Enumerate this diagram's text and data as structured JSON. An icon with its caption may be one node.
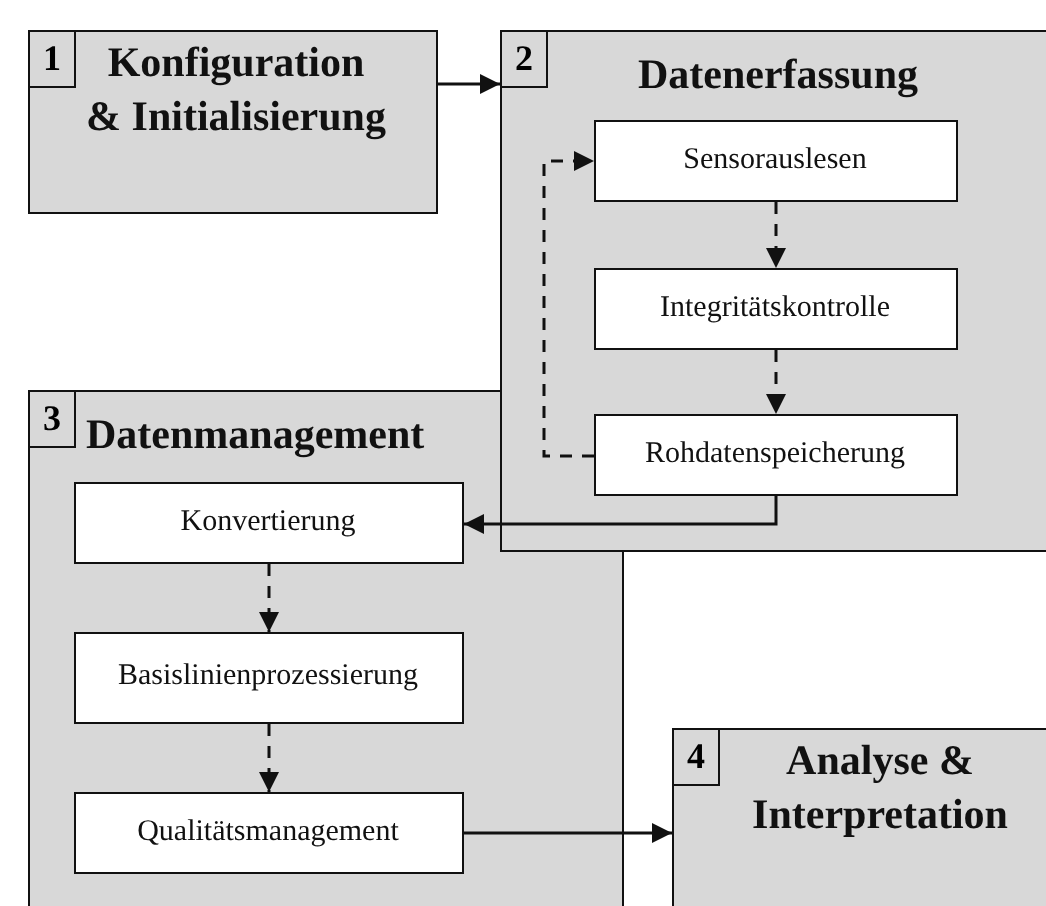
{
  "diagram": {
    "nodes": [
      {
        "text": [
          "1",
          "Konfiguration & Initialisierung"
        ]
      },
      {
        "text": [
          "2",
          "Datenerfassung"
        ]
      },
      {
        "text": [
          "Sensorauslesen"
        ],
        "in": 1
      },
      {
        "text": [
          "Integritätskontrolle"
        ],
        "in": 1
      },
      {
        "text": [
          "Rohdatenspeicherung"
        ],
        "in": 1
      },
      {
        "text": [
          "3",
          "Datenmanagement"
        ]
      },
      {
        "text": [
          "Konvertierung"
        ],
        "in": 5
      },
      {
        "text": [
          "Basislinienprozessierung"
        ],
        "in": 5
      },
      {
        "text": [
          "Qualitätsmanagement"
        ],
        "in": 5
      },
      {
        "text": [
          "4",
          "Analyse & Interpretation"
        ]
      }
    ],
    "edges": [
      {
        "from": 0,
        "to": 1,
        "arrow": "to"
      },
      {
        "from": 2,
        "to": 3,
        "arrow": "to",
        "style": "dashed"
      },
      {
        "from": 3,
        "to": 4,
        "arrow": "to",
        "style": "dashed"
      },
      {
        "from": 4,
        "to": 2,
        "arrow": "to",
        "style": "dashed"
      },
      {
        "from": 4,
        "to": 6,
        "arrow": "to"
      },
      {
        "from": 6,
        "to": 7,
        "arrow": "to",
        "style": "dashed"
      },
      {
        "from": 7,
        "to": 8,
        "arrow": "to",
        "style": "dashed"
      },
      {
        "from": 8,
        "to": 9,
        "arrow": "to"
      }
    ]
  }
}
